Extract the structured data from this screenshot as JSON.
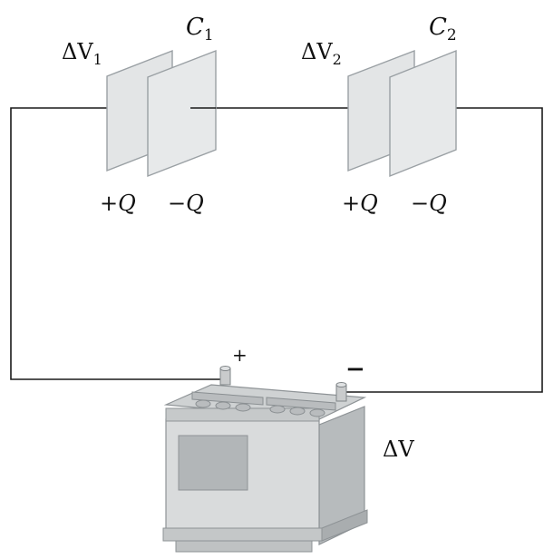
{
  "capacitor_1": {
    "name": "C",
    "name_sub": "1",
    "voltage": "ΔV",
    "voltage_sub": "1",
    "charge_left": "+Q",
    "charge_right": "−Q"
  },
  "capacitor_2": {
    "name": "C",
    "name_sub": "2",
    "voltage": "ΔV",
    "voltage_sub": "2",
    "charge_left": "+Q",
    "charge_right": "−Q"
  },
  "battery": {
    "voltage": "ΔV",
    "plus_terminal": "+",
    "minus_terminal": "−"
  },
  "colors": {
    "wire": "#1a1a1a",
    "plate_fill": "#e3e5e6",
    "plate_edge": "#9aa0a4",
    "battery_body": "#d6d8d9",
    "battery_shadow": "#a9adaf"
  }
}
